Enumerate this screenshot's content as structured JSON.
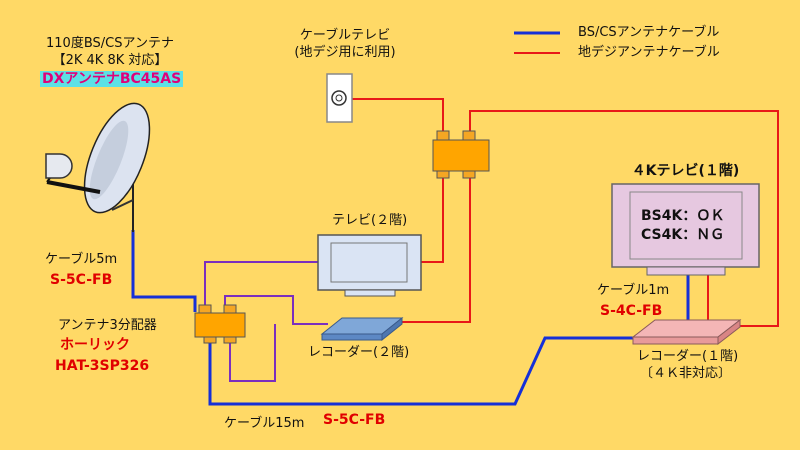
{
  "antenna": {
    "line1": "110度BS/CSアンテナ",
    "line2": "【2K 4K 8K 対応】",
    "model": "DXアンテナBC45AS"
  },
  "cable_tv": {
    "line1": "ケーブルテレビ",
    "line2": "(地デジ用に利用)"
  },
  "legend": {
    "bs_cs": "BS/CSアンテナケーブル",
    "terrestrial": "地デジアンテナケーブル",
    "bs_color": "#1530D8",
    "terr_color": "#E81818",
    "purple_color": "#7B2FBE"
  },
  "tv4k": {
    "title": "４Kテレビ(１階)",
    "bs": "BS4K：ＯＫ",
    "cs": "CS4K：ＮＧ"
  },
  "tv2f": {
    "label": "テレビ(２階)"
  },
  "cable5m": {
    "label": "ケーブル5m",
    "type": "S-5C-FB"
  },
  "splitter3": {
    "label": "アンテナ3分配器",
    "maker": "ホーリック",
    "model": "HAT-3SP326"
  },
  "recorder2f": {
    "label": "レコーダー(２階)"
  },
  "cable1m": {
    "label": "ケーブル1m",
    "type": "S-4C-FB"
  },
  "recorder1f": {
    "label": "レコーダー(１階)",
    "note": "〔４Ｋ非対応〕"
  },
  "cable15m": {
    "label": "ケーブル15m",
    "type": "S-5C-FB"
  }
}
